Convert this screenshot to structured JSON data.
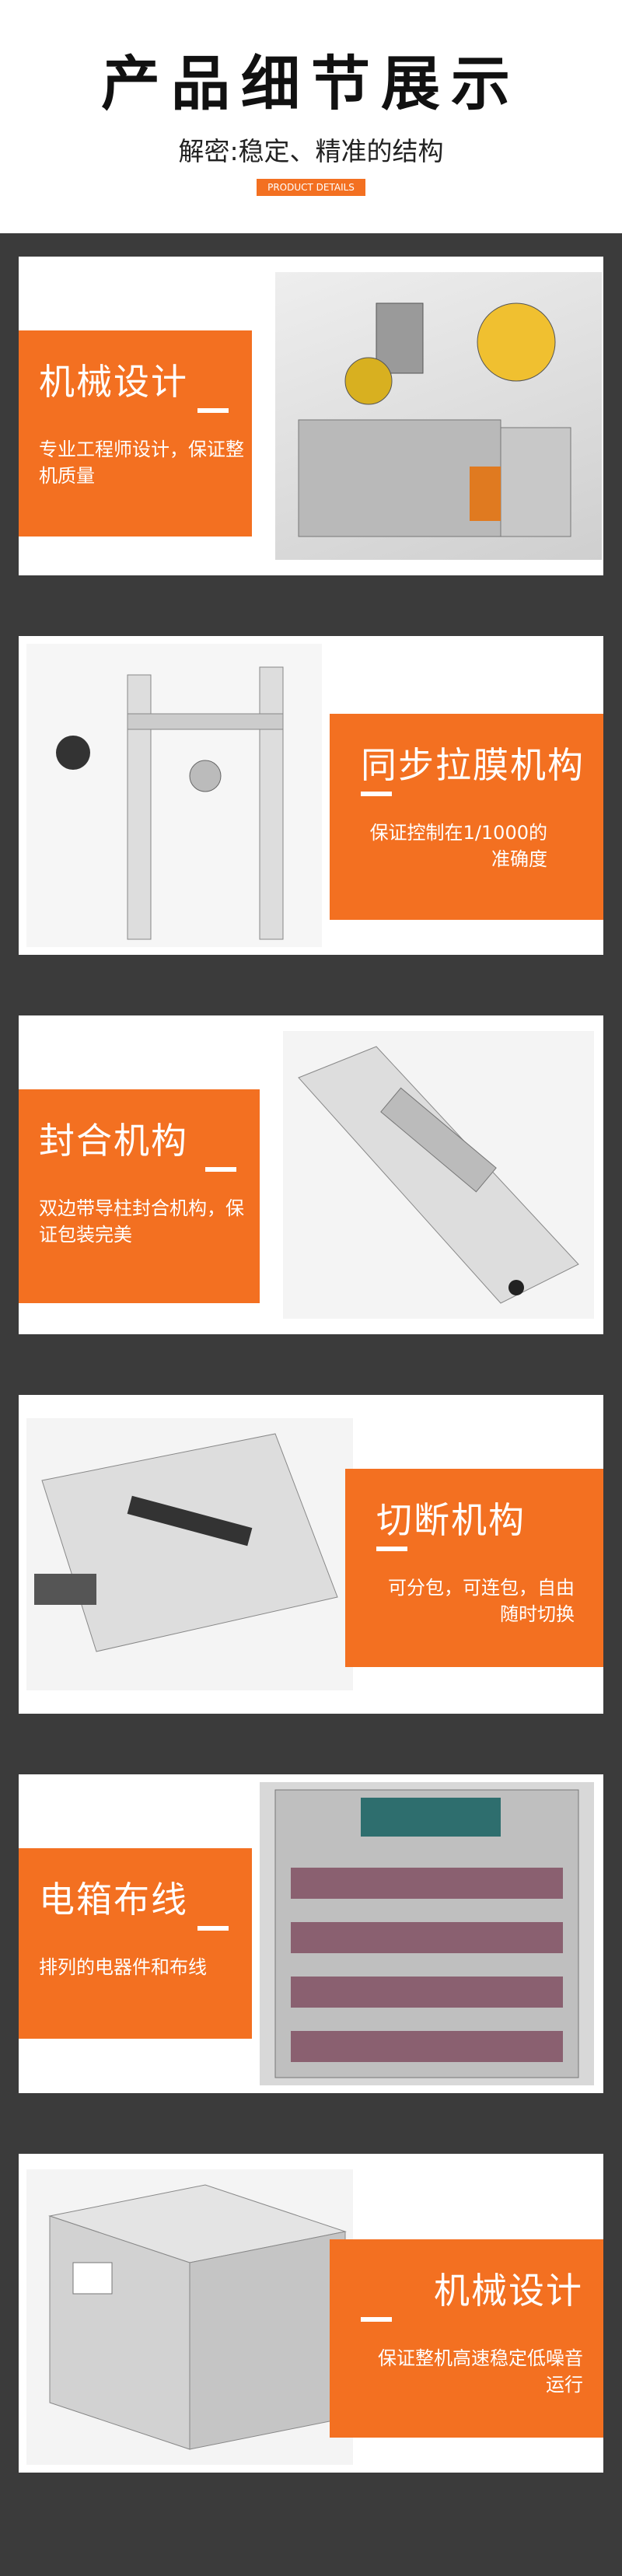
{
  "header": {
    "title": "产品细节展示",
    "subtitle": "解密:稳定、精准的结构",
    "tag": "PRODUCT DETAILS"
  },
  "sections": [
    {
      "title": "机械设计",
      "desc": "专业工程师设计，保证整机质量",
      "accent": "#f37021"
    },
    {
      "title": "同步拉膜机构",
      "desc": "保证控制在1/1000的准确度",
      "accent": "#f37021"
    },
    {
      "title": "封合机构",
      "desc": "双边带导柱封合机构，保证包装完美",
      "accent": "#f37021"
    },
    {
      "title": "切断机构",
      "desc": "可分包，可连包，自由随时切换",
      "accent": "#f37021"
    },
    {
      "title": "电箱布线",
      "desc": "排列的电器件和布线",
      "accent": "#f37021"
    },
    {
      "title": "机械设计",
      "desc": "保证整机高速稳定低噪音运行",
      "accent": "#f37021"
    }
  ]
}
